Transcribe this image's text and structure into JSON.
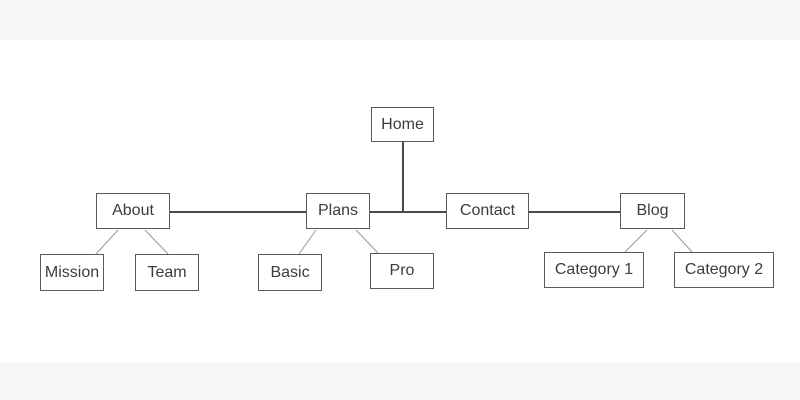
{
  "diagram": {
    "home": "Home",
    "about": "About",
    "plans": "Plans",
    "contact": "Contact",
    "blog": "Blog",
    "mission": "Mission",
    "team": "Team",
    "basic": "Basic",
    "pro": "Pro",
    "category_1": "Category 1",
    "category_2": "Category 2"
  }
}
